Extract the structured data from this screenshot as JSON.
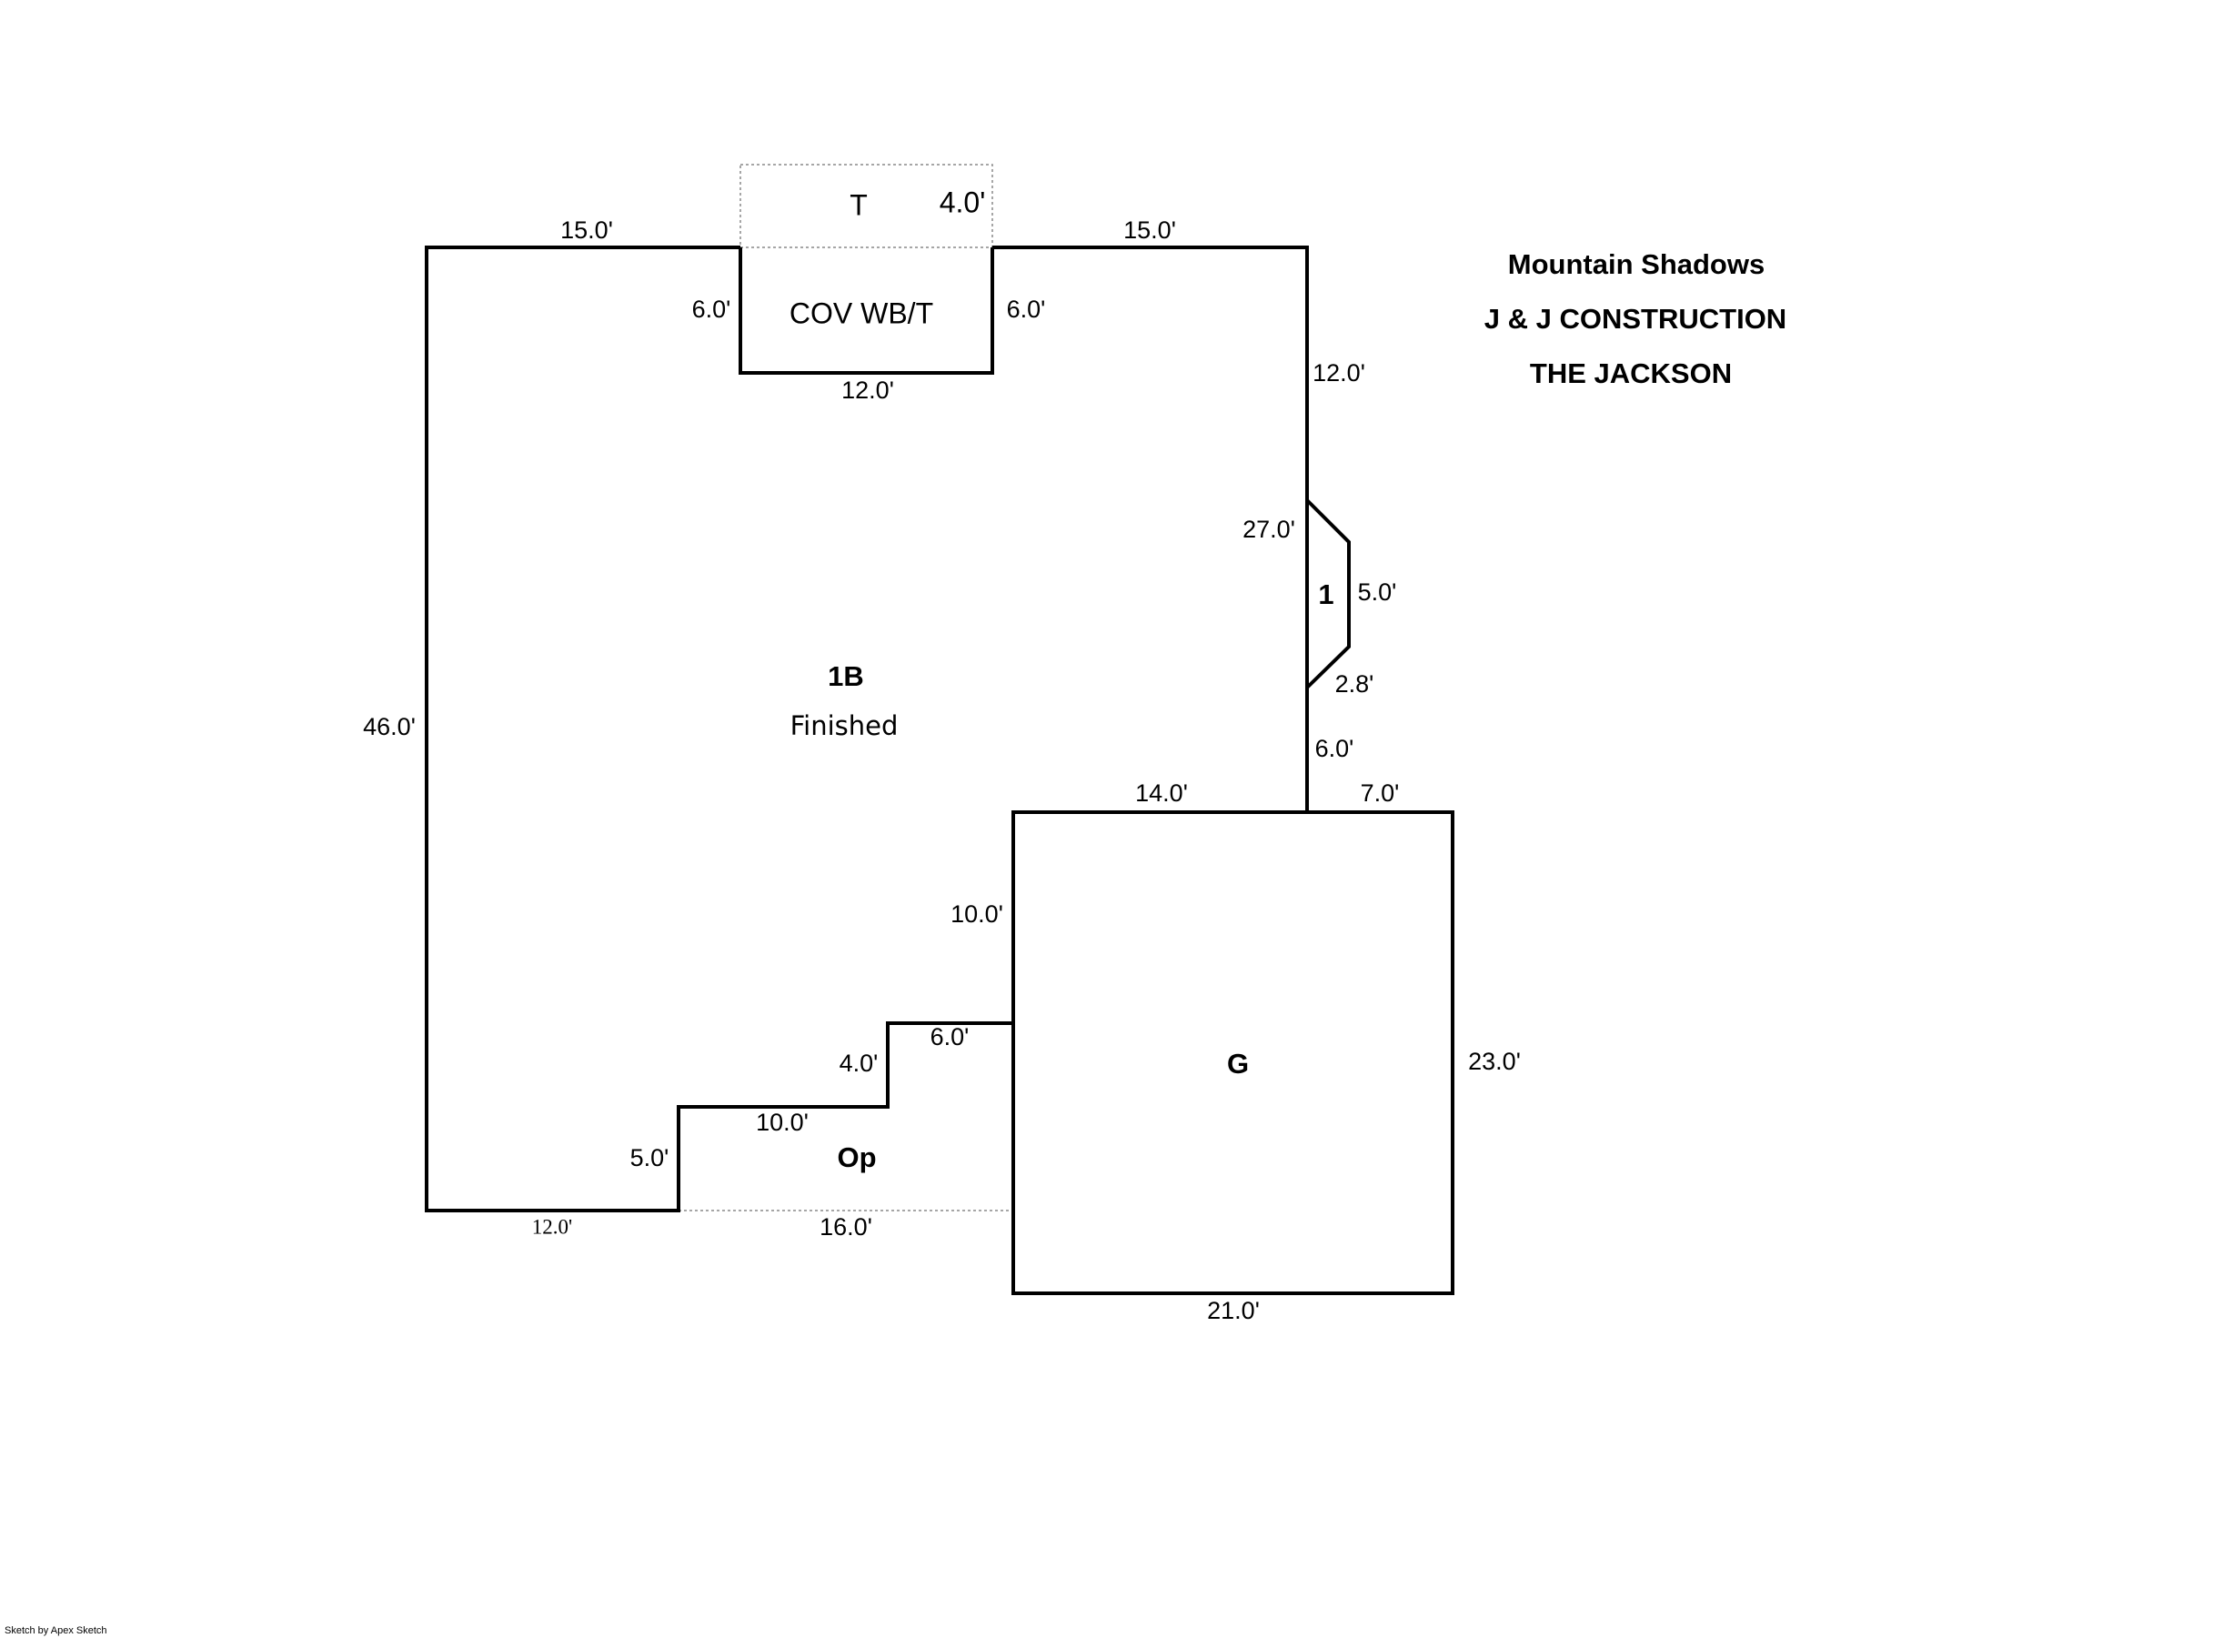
{
  "title": {
    "subdivision": "Mountain Shadows",
    "builder": "J & J CONSTRUCTION",
    "model": "THE JACKSON"
  },
  "areas": {
    "main": {
      "code": "1B",
      "description": "Finished"
    },
    "covered": {
      "label": "COV WB/T"
    },
    "terrace": {
      "label": "T"
    },
    "bay": {
      "label": "1"
    },
    "garage": {
      "label": "G"
    },
    "porch": {
      "label": "Op"
    }
  },
  "dimensions": {
    "top_left": "15.0'",
    "top_right": "15.0'",
    "terrace_depth": "4.0'",
    "cov_left": "6.0'",
    "cov_right": "6.0'",
    "cov_bottom": "12.0'",
    "right_upper": "12.0'",
    "bay_top": "27.0'",
    "bay_side": "5.0'",
    "bay_bottom": "2.8'",
    "right_lower": "6.0'",
    "left_wall": "46.0'",
    "garage_top_left": "14.0'",
    "garage_top_right": "7.0'",
    "garage_left": "10.0'",
    "garage_right": "23.0'",
    "garage_bottom": "21.0'",
    "step_upper_run": "6.0'",
    "step_upper_rise": "4.0'",
    "step_lower_run": "10.0'",
    "step_lower_rise": "5.0'",
    "bottom_left": "12.0'",
    "porch_bottom": "16.0'"
  },
  "footer": "Sketch by Apex Sketch"
}
